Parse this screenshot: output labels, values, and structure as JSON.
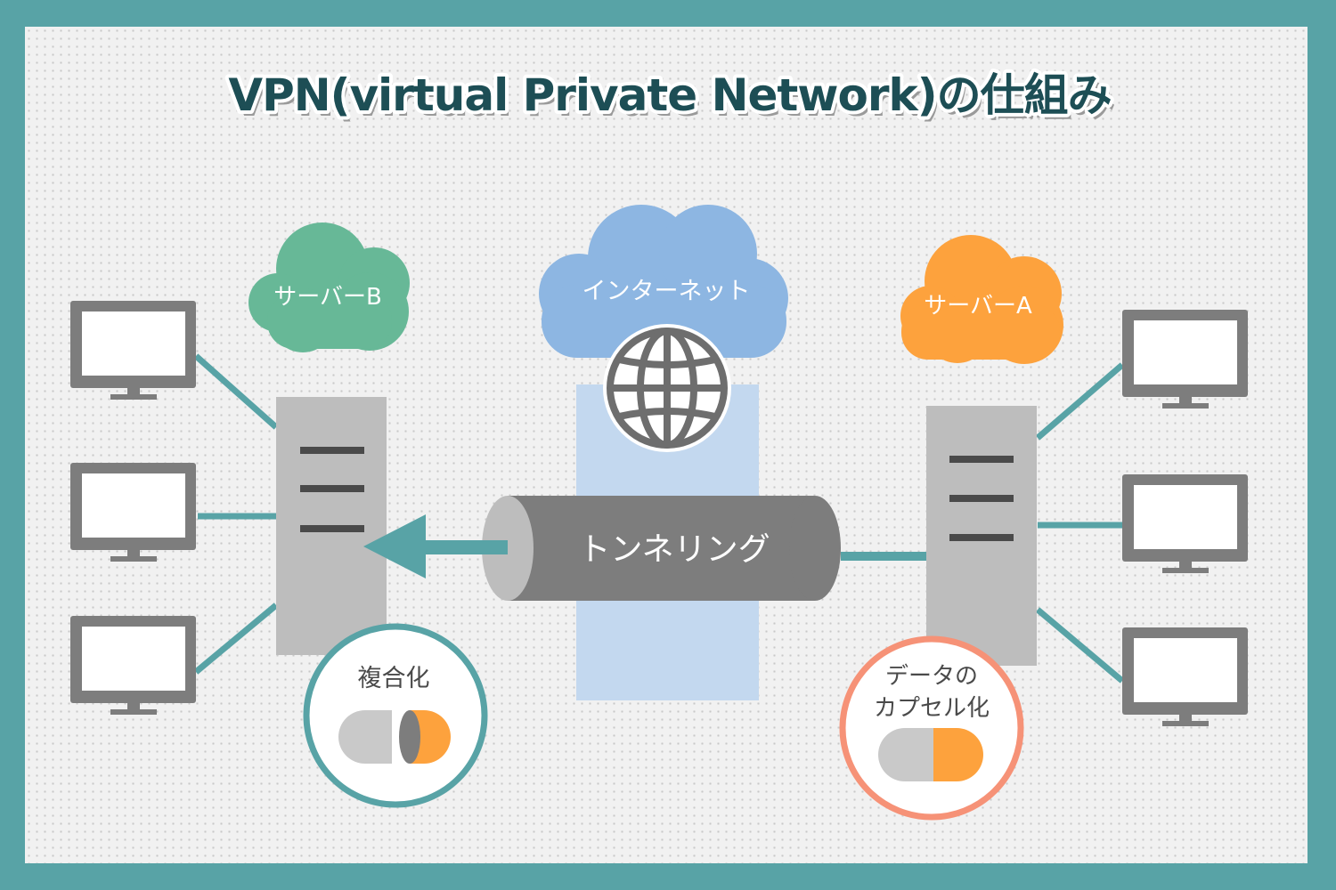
{
  "title": "VPN(virtual Private Network)の仕組み",
  "clouds": {
    "server_b": "サーバーB",
    "internet": "インターネット",
    "server_a": "サーバーA"
  },
  "tunnel_label": "トンネリング",
  "badges": {
    "multiplex": "複合化",
    "encapsulation_line1": "データの",
    "encapsulation_line2": "カプセル化"
  },
  "colors": {
    "frame": "#58a3a6",
    "title": "#1d4e55",
    "cloud_server_b": "#67b897",
    "cloud_internet": "#8db6e2",
    "cloud_server_a": "#fda23d",
    "connector": "#58a3a6",
    "device_gray": "#7d7d7d",
    "server_gray": "#bdbdbd",
    "internet_column": "#c3d8ef",
    "badge_multiplex_border": "#58a3a6",
    "badge_encapsulation_border": "#f69277",
    "capsule_orange": "#fda23d"
  }
}
